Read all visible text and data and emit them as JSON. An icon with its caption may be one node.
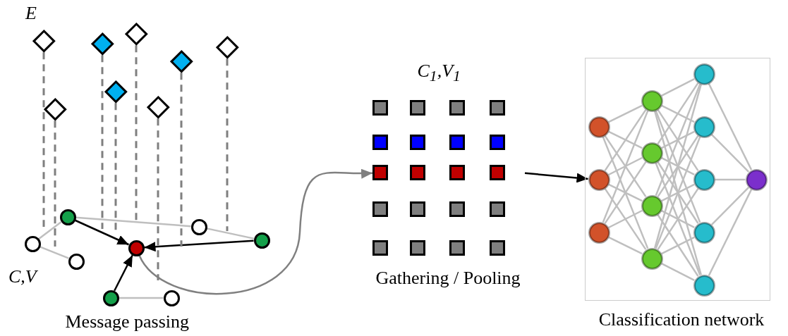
{
  "diagram": {
    "nodes": [
      {
        "text": [],
        "shape": "diamond"
      },
      {
        "text": [],
        "shape": "diamond"
      },
      {
        "text": [],
        "shape": "diamond"
      },
      {
        "text": [],
        "shape": "diamond"
      },
      {
        "text": [],
        "shape": "diamond"
      },
      {
        "text": [],
        "shape": "diamond"
      },
      {
        "text": [],
        "shape": "diamond"
      },
      {
        "text": [],
        "shape": "diamond"
      },
      {
        "text": [],
        "shape": "circle"
      },
      {
        "text": [],
        "shape": "circle"
      },
      {
        "text": [],
        "shape": "circle"
      },
      {
        "text": [],
        "shape": "circle"
      },
      {
        "text": [],
        "shape": "circle"
      },
      {
        "text": [],
        "shape": "circle"
      },
      {
        "text": [],
        "shape": "circle"
      },
      {
        "text": [],
        "shape": "circle"
      },
      {
        "text": [],
        "shape": "box"
      },
      {
        "text": [],
        "shape": "box"
      },
      {
        "text": [],
        "shape": "box"
      },
      {
        "text": [],
        "shape": "box"
      },
      {
        "text": [],
        "shape": "box"
      },
      {
        "text": [],
        "shape": "box"
      },
      {
        "text": [],
        "shape": "box"
      },
      {
        "text": [],
        "shape": "box"
      },
      {
        "text": [],
        "shape": "box"
      },
      {
        "text": [],
        "shape": "box"
      },
      {
        "text": [],
        "shape": "box"
      },
      {
        "text": [],
        "shape": "box"
      },
      {
        "text": [],
        "shape": "box"
      },
      {
        "text": [],
        "shape": "box"
      },
      {
        "text": [],
        "shape": "box"
      },
      {
        "text": [],
        "shape": "box"
      },
      {
        "text": [],
        "shape": "box"
      },
      {
        "text": [],
        "shape": "box"
      },
      {
        "text": [],
        "shape": "box"
      },
      {
        "text": [],
        "shape": "box"
      },
      {
        "text": [
          "Classification network"
        ]
      },
      {
        "text": [],
        "shape": "circle",
        "in": 36
      },
      {
        "text": [],
        "shape": "circle",
        "in": 36
      },
      {
        "text": [],
        "shape": "circle",
        "in": 36
      },
      {
        "text": [],
        "shape": "circle",
        "in": 36
      },
      {
        "text": [],
        "shape": "circle",
        "in": 36
      },
      {
        "text": [],
        "shape": "circle",
        "in": 36
      },
      {
        "text": [],
        "shape": "circle",
        "in": 36
      },
      {
        "text": [],
        "shape": "circle",
        "in": 36
      },
      {
        "text": [],
        "shape": "circle",
        "in": 36
      },
      {
        "text": [],
        "shape": "circle",
        "in": 36
      },
      {
        "text": [],
        "shape": "circle",
        "in": 36
      },
      {
        "text": [],
        "shape": "circle",
        "in": 36
      },
      {
        "text": [],
        "shape": "circle",
        "in": 36
      }
    ],
    "edges": [
      {
        "from": 9,
        "to": 8,
        "arrow": "none"
      },
      {
        "from": 8,
        "to": 10,
        "arrow": "none"
      },
      {
        "from": 9,
        "to": 14,
        "arrow": "none"
      },
      {
        "from": 14,
        "to": 15,
        "arrow": "none"
      },
      {
        "from": 11,
        "to": 13,
        "arrow": "none"
      },
      {
        "from": 9,
        "to": 12,
        "arrow": "to",
        "color": "#000000"
      },
      {
        "from": 15,
        "to": 12,
        "arrow": "to",
        "color": "#000000"
      },
      {
        "from": 11,
        "to": 12,
        "arrow": "to",
        "color": "#000000"
      },
      {
        "from": 0,
        "to": null,
        "arrow": "none",
        "style": "dashed",
        "color": "#7f7f7f"
      },
      {
        "from": 1,
        "to": null,
        "arrow": "none",
        "style": "dashed",
        "color": "#7f7f7f"
      },
      {
        "from": 2,
        "to": null,
        "arrow": "none",
        "style": "dashed",
        "color": "#7f7f7f"
      },
      {
        "from": 3,
        "to": null,
        "arrow": "none",
        "style": "dashed",
        "color": "#7f7f7f"
      },
      {
        "from": 4,
        "to": null,
        "arrow": "none",
        "style": "dashed",
        "color": "#7f7f7f"
      },
      {
        "from": 5,
        "to": null,
        "arrow": "none",
        "style": "dashed",
        "color": "#7f7f7f"
      },
      {
        "from": 6,
        "to": null,
        "arrow": "none",
        "style": "dashed",
        "color": "#7f7f7f"
      },
      {
        "from": 7,
        "to": null,
        "arrow": "none",
        "style": "dashed",
        "color": "#7f7f7f"
      },
      {
        "from": 12,
        "to": 24,
        "arrow": "to",
        "color": "#808080"
      },
      {
        "from": 27,
        "to": 38,
        "arrow": "to",
        "color": "#000000"
      },
      {
        "from": 37,
        "to": 40,
        "arrow": "none"
      },
      {
        "from": 37,
        "to": 41,
        "arrow": "none"
      },
      {
        "from": 37,
        "to": 42,
        "arrow": "none"
      },
      {
        "from": 37,
        "to": 43,
        "arrow": "none"
      },
      {
        "from": 38,
        "to": 40,
        "arrow": "none"
      },
      {
        "from": 38,
        "to": 41,
        "arrow": "none"
      },
      {
        "from": 38,
        "to": 42,
        "arrow": "none"
      },
      {
        "from": 38,
        "to": 43,
        "arrow": "none"
      },
      {
        "from": 39,
        "to": 40,
        "arrow": "none"
      },
      {
        "from": 39,
        "to": 41,
        "arrow": "none"
      },
      {
        "from": 39,
        "to": 42,
        "arrow": "none"
      },
      {
        "from": 39,
        "to": 43,
        "arrow": "none"
      },
      {
        "from": 40,
        "to": 44,
        "arrow": "none"
      },
      {
        "from": 40,
        "to": 45,
        "arrow": "none"
      },
      {
        "from": 40,
        "to": 46,
        "arrow": "none"
      },
      {
        "from": 40,
        "to": 47,
        "arrow": "none"
      },
      {
        "from": 40,
        "to": 48,
        "arrow": "none"
      },
      {
        "from": 41,
        "to": 44,
        "arrow": "none"
      },
      {
        "from": 41,
        "to": 45,
        "arrow": "none"
      },
      {
        "from": 41,
        "to": 46,
        "arrow": "none"
      },
      {
        "from": 41,
        "to": 47,
        "arrow": "none"
      },
      {
        "from": 41,
        "to": 48,
        "arrow": "none"
      },
      {
        "from": 42,
        "to": 44,
        "arrow": "none"
      },
      {
        "from": 42,
        "to": 45,
        "arrow": "none"
      },
      {
        "from": 42,
        "to": 46,
        "arrow": "none"
      },
      {
        "from": 42,
        "to": 47,
        "arrow": "none"
      },
      {
        "from": 42,
        "to": 48,
        "arrow": "none"
      },
      {
        "from": 43,
        "to": 44,
        "arrow": "none"
      },
      {
        "from": 43,
        "to": 45,
        "arrow": "none"
      },
      {
        "from": 43,
        "to": 46,
        "arrow": "none"
      },
      {
        "from": 43,
        "to": 47,
        "arrow": "none"
      },
      {
        "from": 43,
        "to": 48,
        "arrow": "none"
      },
      {
        "from": 44,
        "to": 49,
        "arrow": "none"
      },
      {
        "from": 45,
        "to": 49,
        "arrow": "none"
      },
      {
        "from": 46,
        "to": 49,
        "arrow": "none"
      },
      {
        "from": 47,
        "to": 49,
        "arrow": "none"
      },
      {
        "from": 48,
        "to": 49,
        "arrow": "none"
      }
    ],
    "labels": [
      "E",
      "C,V",
      "Message passing",
      "C$_{1}$,V$_{1}$",
      "Gathering / Pooling"
    ]
  }
}
